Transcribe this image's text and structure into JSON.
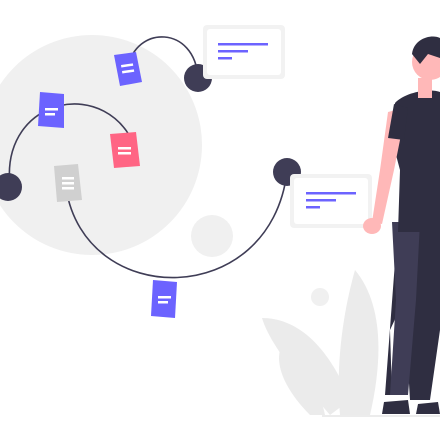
{
  "illustration": {
    "colors": {
      "background_circle": "#f0f0f0",
      "accent_purple": "#6c63ff",
      "accent_pink": "#ff6584",
      "neutral_gray": "#d0d0d0",
      "dark": "#3f3d56",
      "skin": "#ffb8b8",
      "hair": "#2f2e41",
      "card": "#f2f2f2",
      "plant": "#ebebeb"
    },
    "icons": [
      "document-icon-purple-top",
      "document-icon-purple-left",
      "document-icon-pink",
      "document-icon-gray",
      "document-icon-purple-bottom"
    ],
    "message_cards": [
      "message-card-top",
      "message-card-right"
    ],
    "figure": "standing-person"
  }
}
